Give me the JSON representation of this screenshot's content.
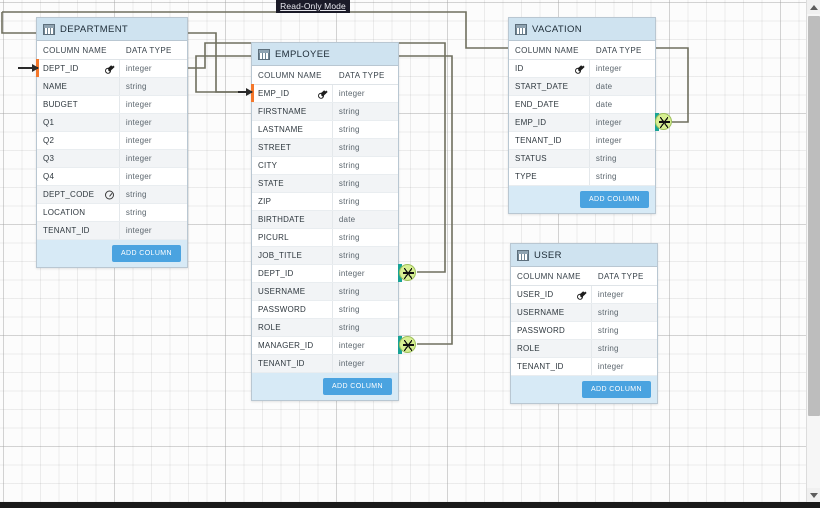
{
  "app": {
    "mode_badge": "Read-Only Mode",
    "add_column_label": "ADD COLUMN",
    "col_header_name": "COLUMN NAME",
    "col_header_type": "DATA TYPE",
    "accent_header_bg": "#cfe3f0",
    "accent_button_bg": "#4aa3e0",
    "pk_marker_color": "#f4772b",
    "fk_marker_color": "#18a396",
    "wire_color": "#6f6f5e",
    "crowfoot_color": "#d7ef92"
  },
  "entities": {
    "department": {
      "title": "DEPARTMENT",
      "icon": "table-icon",
      "columns": [
        {
          "name": "DEPT_ID",
          "type": "integer",
          "marker": "primary-key"
        },
        {
          "name": "NAME",
          "type": "string",
          "marker": ""
        },
        {
          "name": "BUDGET",
          "type": "integer",
          "marker": ""
        },
        {
          "name": "Q1",
          "type": "integer",
          "marker": ""
        },
        {
          "name": "Q2",
          "type": "integer",
          "marker": ""
        },
        {
          "name": "Q3",
          "type": "integer",
          "marker": ""
        },
        {
          "name": "Q4",
          "type": "integer",
          "marker": ""
        },
        {
          "name": "DEPT_CODE",
          "type": "string",
          "marker": "unique-index"
        },
        {
          "name": "LOCATION",
          "type": "string",
          "marker": ""
        },
        {
          "name": "TENANT_ID",
          "type": "integer",
          "marker": ""
        }
      ]
    },
    "employee": {
      "title": "EMPLOYEE",
      "icon": "table-icon",
      "columns": [
        {
          "name": "EMP_ID",
          "type": "integer",
          "marker": "primary-key"
        },
        {
          "name": "FIRSTNAME",
          "type": "string",
          "marker": ""
        },
        {
          "name": "LASTNAME",
          "type": "string",
          "marker": ""
        },
        {
          "name": "STREET",
          "type": "string",
          "marker": ""
        },
        {
          "name": "CITY",
          "type": "string",
          "marker": ""
        },
        {
          "name": "STATE",
          "type": "string",
          "marker": ""
        },
        {
          "name": "ZIP",
          "type": "string",
          "marker": ""
        },
        {
          "name": "BIRTHDATE",
          "type": "date",
          "marker": ""
        },
        {
          "name": "PICURL",
          "type": "string",
          "marker": ""
        },
        {
          "name": "JOB_TITLE",
          "type": "string",
          "marker": ""
        },
        {
          "name": "DEPT_ID",
          "type": "integer",
          "marker": "foreign-key"
        },
        {
          "name": "USERNAME",
          "type": "string",
          "marker": ""
        },
        {
          "name": "PASSWORD",
          "type": "string",
          "marker": ""
        },
        {
          "name": "ROLE",
          "type": "string",
          "marker": ""
        },
        {
          "name": "MANAGER_ID",
          "type": "integer",
          "marker": "foreign-key"
        },
        {
          "name": "TENANT_ID",
          "type": "integer",
          "marker": ""
        }
      ]
    },
    "vacation": {
      "title": "VACATION",
      "icon": "table-icon",
      "columns": [
        {
          "name": "ID",
          "type": "integer",
          "marker": "primary-key"
        },
        {
          "name": "START_DATE",
          "type": "date",
          "marker": ""
        },
        {
          "name": "END_DATE",
          "type": "date",
          "marker": ""
        },
        {
          "name": "EMP_ID",
          "type": "integer",
          "marker": "foreign-key"
        },
        {
          "name": "TENANT_ID",
          "type": "integer",
          "marker": ""
        },
        {
          "name": "STATUS",
          "type": "string",
          "marker": ""
        },
        {
          "name": "TYPE",
          "type": "string",
          "marker": ""
        }
      ]
    },
    "user": {
      "title": "USER",
      "icon": "table-icon",
      "columns": [
        {
          "name": "USER_ID",
          "type": "integer",
          "marker": "primary-key"
        },
        {
          "name": "USERNAME",
          "type": "string",
          "marker": ""
        },
        {
          "name": "PASSWORD",
          "type": "string",
          "marker": ""
        },
        {
          "name": "ROLE",
          "type": "string",
          "marker": ""
        },
        {
          "name": "TENANT_ID",
          "type": "integer",
          "marker": ""
        }
      ]
    }
  },
  "relationships": [
    {
      "from": "employee.DEPT_ID",
      "to": "department.DEPT_ID"
    },
    {
      "from": "employee.MANAGER_ID",
      "to": "employee.EMP_ID"
    },
    {
      "from": "vacation.EMP_ID",
      "to": "employee.EMP_ID"
    }
  ],
  "scrollbar": {
    "vertical_thumb_pct": 80
  }
}
